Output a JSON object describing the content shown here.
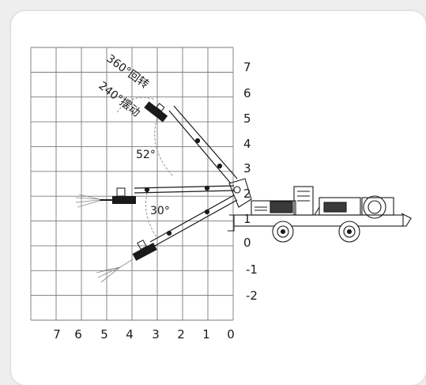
{
  "diagram": {
    "right_axis_labels": [
      "7",
      "6",
      "5",
      "4",
      "3",
      "2",
      "1",
      "0",
      "-1",
      "-2"
    ],
    "bottom_axis_labels": [
      "7",
      "6",
      "5",
      "4",
      "3",
      "2",
      "1",
      "0"
    ],
    "annotations": {
      "rotation": "360°回转",
      "swing": "240°摆动",
      "upper_angle": "52°",
      "lower_angle": "30°"
    },
    "line_color": "#1a1a1a",
    "grid_color": "#7a7a7a"
  }
}
